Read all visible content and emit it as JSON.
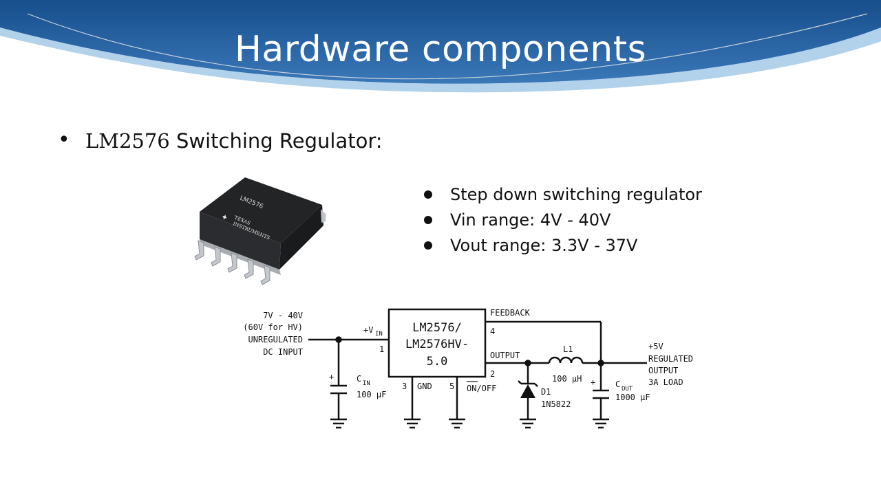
{
  "slide": {
    "title": "Hardware components",
    "bullet": {
      "part": "LM2576",
      "label": " Switching Regulator:"
    },
    "features": [
      "Step down switching regulator",
      "Vin range: 4V - 40V",
      "Vout range: 3.3V - 37V"
    ]
  },
  "chip": {
    "marking": "LM2576",
    "logo_line1": "TEXAS",
    "logo_line2": "INSTRUMENTS"
  },
  "schematic": {
    "input_l1": "7V - 40V",
    "input_l2": "(60V for HV)",
    "input_l3": "UNREGULATED",
    "input_l4": "DC INPUT",
    "vin": "+V",
    "vin_sub": "IN",
    "ic_l1": "LM2576/",
    "ic_l2": "LM2576HV-",
    "ic_l3": "5.0",
    "pin1": "1",
    "pin2": "2",
    "pin3": "3",
    "pin4": "4",
    "pin5": "5",
    "gnd": "GND",
    "onoff": "ON/OFF",
    "feedback": "FEEDBACK",
    "output": "OUTPUT",
    "l1": "L1",
    "l1_val": "100 µH",
    "d1": "D1",
    "d1_part": "1N5822",
    "cin": "C",
    "cin_sub": "IN",
    "cin_val": "100 µF",
    "cout": "C",
    "cout_sub": "OUT",
    "cout_val": "1000 µF",
    "plus": "+",
    "out_l1": "+5V",
    "out_l2": "REGULATED",
    "out_l3": "OUTPUT",
    "out_l4": "3A LOAD"
  },
  "colors": {
    "banner_dark": "#1f5a99",
    "banner_light": "#4f8fc8",
    "text": "#111111"
  }
}
